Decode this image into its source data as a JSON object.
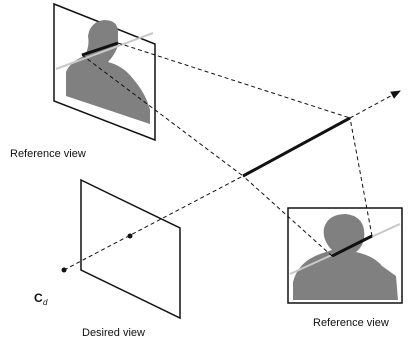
{
  "labels": {
    "reference_view_top": "Reference view",
    "reference_view_right": "Reference view",
    "desired_view": "Desired view",
    "camera_center": "C",
    "camera_center_subscript": "d"
  },
  "colors": {
    "line": "#111111",
    "silhouette": "#808080",
    "epipolar_line": "#c8c8c8",
    "background": "#ffffff"
  }
}
